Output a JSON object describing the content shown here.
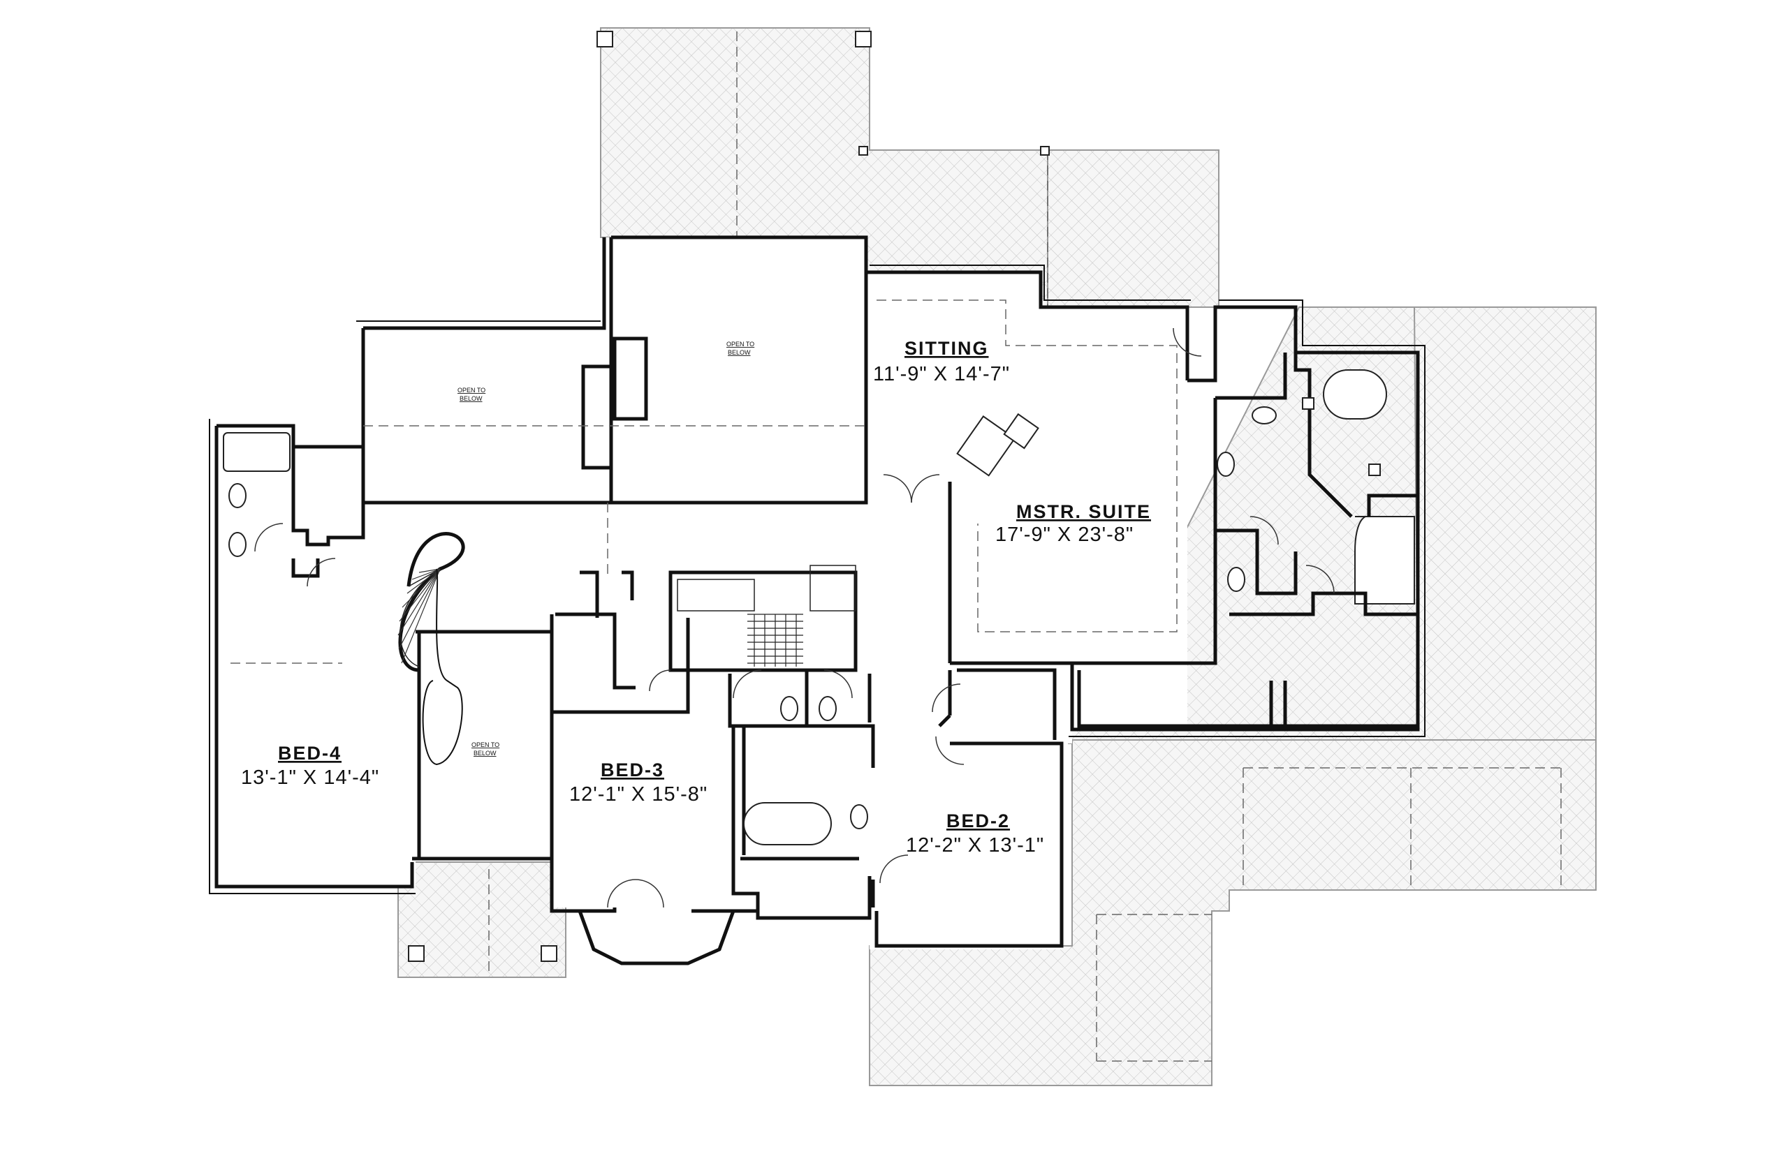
{
  "rooms": {
    "sitting": {
      "name": "SITTING",
      "dims": "11'-9\" X 14'-7\""
    },
    "master": {
      "name": "MSTR. SUITE",
      "dims": "17'-9\" X 23'-8\""
    },
    "bed4": {
      "name": "BED-4",
      "dims": "13'-1\" X 14'-4\""
    },
    "bed3": {
      "name": "BED-3",
      "dims": "12'-1\" X 15'-8\""
    },
    "bed2": {
      "name": "BED-2",
      "dims": "12'-2\" X 13'-1\""
    }
  },
  "open_to_below": {
    "label_a": "OPEN TO",
    "label_b": "BELOW"
  }
}
